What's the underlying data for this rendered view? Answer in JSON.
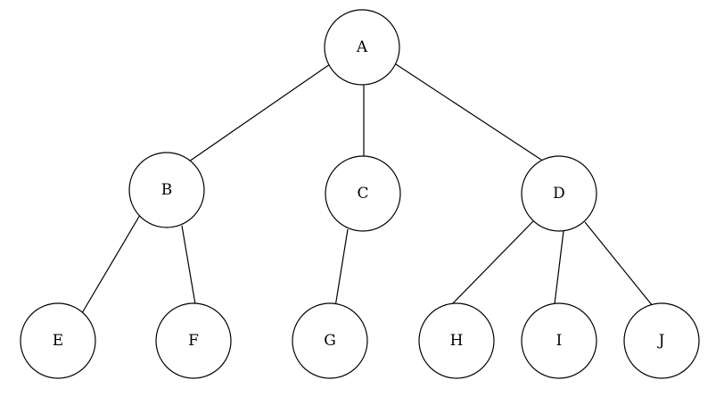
{
  "diagram": {
    "type": "tree",
    "colors": {
      "stroke": "#000000",
      "fill": "#ffffff",
      "background": "#ffffff"
    },
    "nodes": [
      {
        "id": "A",
        "label": "A"
      },
      {
        "id": "B",
        "label": "B"
      },
      {
        "id": "C",
        "label": "C"
      },
      {
        "id": "D",
        "label": "D"
      },
      {
        "id": "E",
        "label": "E"
      },
      {
        "id": "F",
        "label": "F"
      },
      {
        "id": "G",
        "label": "G"
      },
      {
        "id": "H",
        "label": "H"
      },
      {
        "id": "I",
        "label": "I"
      },
      {
        "id": "J",
        "label": "J"
      }
    ],
    "edges": [
      {
        "from": "A",
        "to": "B"
      },
      {
        "from": "A",
        "to": "C"
      },
      {
        "from": "A",
        "to": "D"
      },
      {
        "from": "B",
        "to": "E"
      },
      {
        "from": "B",
        "to": "F"
      },
      {
        "from": "C",
        "to": "G"
      },
      {
        "from": "D",
        "to": "H"
      },
      {
        "from": "D",
        "to": "I"
      },
      {
        "from": "D",
        "to": "J"
      }
    ]
  }
}
